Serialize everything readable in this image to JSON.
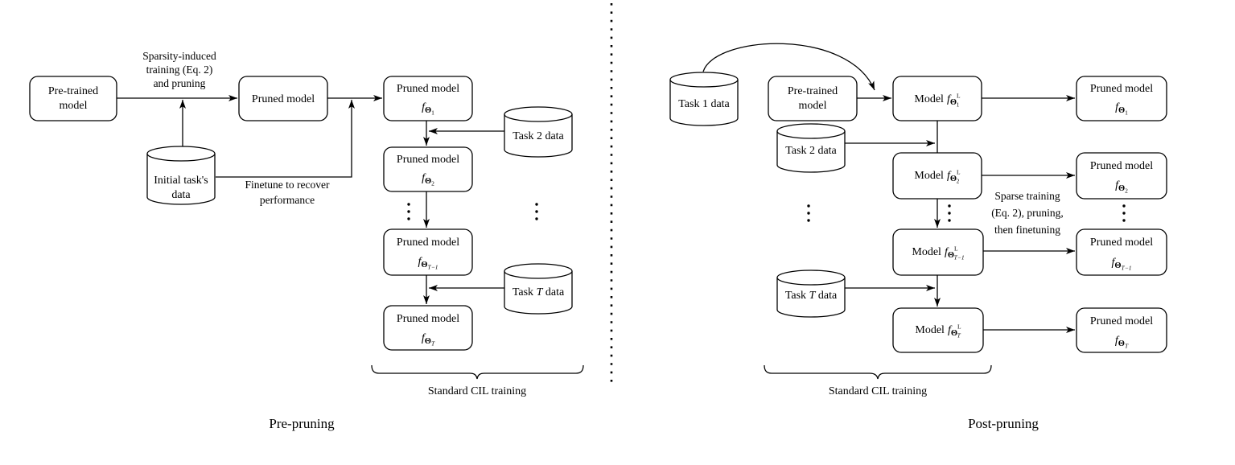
{
  "left": {
    "caption": "Pre-pruning",
    "brace_label": "Standard CIL training",
    "pretrained_line1": "Pre-trained",
    "pretrained_line2": "model",
    "sparsity_label": [
      "Sparsity-induced",
      "training (Eq. 2)",
      "and pruning"
    ],
    "pruned_label": "Pruned model",
    "initial_line1": "Initial task's",
    "initial_line2": "data",
    "finetune_label": [
      "Finetune to recover",
      "performance"
    ],
    "task2_label": "Task 2 data",
    "taskT_pre": "Task ",
    "taskT_it": "T",
    "taskT_post": " data",
    "f1": {
      "title": "Pruned model",
      "f": "f",
      "theta": "Θ",
      "sub": "1"
    },
    "f2": {
      "title": "Pruned model",
      "f": "f",
      "theta": "Θ",
      "sub": "2"
    },
    "fT1": {
      "title": "Pruned model",
      "f": "f",
      "theta": "Θ",
      "sub": "T−1"
    },
    "fT": {
      "title": "Pruned model",
      "f": "f",
      "theta": "Θ",
      "sub": "T"
    }
  },
  "right": {
    "caption": "Post-pruning",
    "brace_label": "Standard CIL training",
    "task1_label": "Task 1 data",
    "pretrained_line1": "Pre-trained",
    "pretrained_line2": "model",
    "task2_label": "Task 2 data",
    "taskT_pre": "Task ",
    "taskT_it": "T",
    "taskT_post": " data",
    "sparse_label": [
      "Sparse training",
      "(Eq. 2), pruning,",
      "then finetuning"
    ],
    "m1": {
      "title": "Model",
      "f": "f",
      "theta": "Θ",
      "sup": "L",
      "sub": "1"
    },
    "m2": {
      "title": "Model",
      "f": "f",
      "theta": "Θ",
      "sup": "L",
      "sub": "2"
    },
    "mT1": {
      "title": "Model",
      "f": "f",
      "theta": "Θ",
      "sup": "L",
      "sub": "T−1"
    },
    "mT": {
      "title": "Model",
      "f": "f",
      "theta": "Θ",
      "sup": "L",
      "sub": "T"
    },
    "p1": {
      "title": "Pruned model",
      "f": "f",
      "theta": "Θ",
      "sub": "1"
    },
    "p2": {
      "title": "Pruned model",
      "f": "f",
      "theta": "Θ",
      "sub": "2"
    },
    "pT1": {
      "title": "Pruned model",
      "f": "f",
      "theta": "Θ",
      "sub": "T−1"
    },
    "pT": {
      "title": "Pruned model",
      "f": "f",
      "theta": "Θ",
      "sub": "T"
    }
  }
}
